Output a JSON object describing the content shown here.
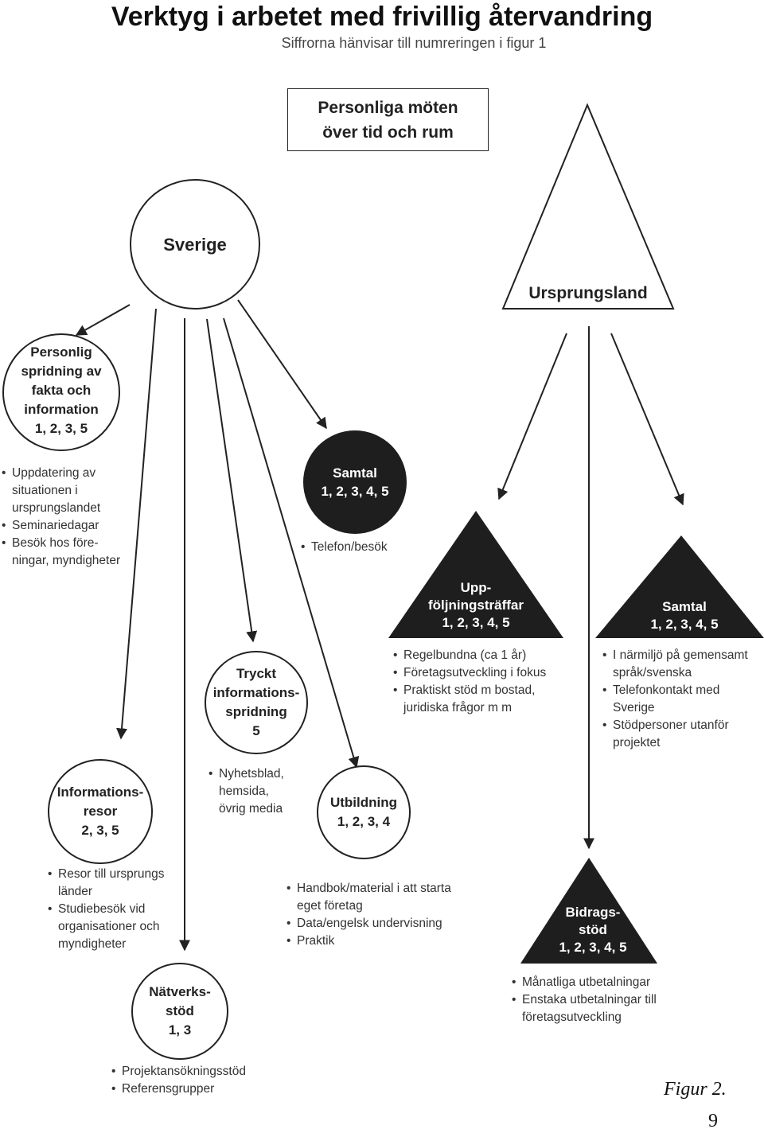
{
  "title": "Verktyg i arbetet med frivillig återvandring",
  "subtitle": "Siffrorna hänvisar till numreringen i figur 1",
  "top_box": [
    "Personliga möten",
    "över tid och rum"
  ],
  "sverige": {
    "label": "Sverige"
  },
  "ursprungsland": {
    "label": "Ursprungsland"
  },
  "personlig_spridning": {
    "lines": [
      "Personlig",
      "spridning av",
      "fakta och",
      "information",
      "1, 2, 3, 5"
    ],
    "bullets": [
      "Uppdatering av situationen i ursprungslandet",
      "Seminariedagar",
      "Besök hos före-ningar, myndigheter"
    ]
  },
  "samtal_sverige": {
    "lines": [
      "Samtal",
      "1, 2, 3, 4, 5"
    ],
    "bullets": [
      "Telefon/besök"
    ]
  },
  "uppfoljning": {
    "lines": [
      "Upp-",
      "följningsträffar",
      "1, 2, 3, 4, 5"
    ],
    "bullets": [
      "Regelbundna (ca 1 år)",
      "Företagsutveckling i fokus",
      "Praktiskt stöd m bostad, juridiska frågor m m"
    ]
  },
  "samtal_ursprung": {
    "lines": [
      "Samtal",
      "1, 2, 3, 4, 5"
    ],
    "bullets": [
      "I närmiljö på gemensamt språk/svenska",
      "Telefonkontakt med Sverige",
      "Stödpersoner utanför projektet"
    ]
  },
  "tryckt": {
    "lines": [
      "Tryckt",
      "informations-",
      "spridning",
      "5"
    ],
    "bullets": [
      "Nyhetsblad, hemsida, övrig media"
    ]
  },
  "informationsresor": {
    "lines": [
      "Informations-",
      "resor",
      "2, 3, 5"
    ],
    "bullets": [
      "Resor till ursprungs länder",
      "Studiebesök vid organisationer och myndigheter"
    ]
  },
  "utbildning": {
    "lines": [
      "Utbildning",
      "1, 2, 3, 4"
    ],
    "bullets": [
      "Handbok/material  i att starta eget företag",
      "Data/engelsk undervisning",
      "Praktik"
    ]
  },
  "bidragsstod": {
    "lines": [
      "Bidrags-",
      "stöd",
      "1, 2, 3, 4, 5"
    ],
    "bullets": [
      "Månatliga utbetalningar",
      "Enstaka utbetalningar till företagsutveckling"
    ]
  },
  "natverksstod": {
    "lines": [
      "Nätverks-",
      "stöd",
      "1, 3"
    ],
    "bullets": [
      "Projektansökningsstöd",
      "Referensgrupper"
    ]
  },
  "figure_caption": "Figur 2.",
  "page_number": "9",
  "colors": {
    "ink": "#222222",
    "node_dark": "#1e1e1e",
    "background": "#ffffff"
  }
}
